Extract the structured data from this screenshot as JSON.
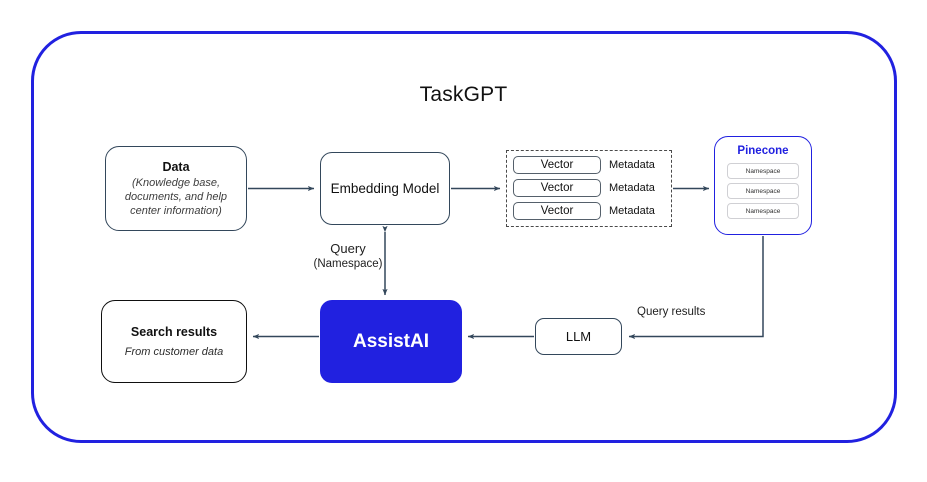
{
  "diagram": {
    "title": "TaskGPT",
    "frame_color": "#2121e0",
    "edge_color": "#33475b"
  },
  "nodes": {
    "data": {
      "title": "Data",
      "subtitle": "(Knowledge base, documents, and help center information)"
    },
    "embedding_model": {
      "title": "Embedding Model"
    },
    "vectors": {
      "rows": [
        {
          "vector": "Vector",
          "metadata": "Metadata"
        },
        {
          "vector": "Vector",
          "metadata": "Metadata"
        },
        {
          "vector": "Vector",
          "metadata": "Metadata"
        }
      ]
    },
    "pinecone": {
      "title": "Pinecone",
      "title_color": "#2121e0",
      "namespaces": [
        "Namespace",
        "Namespace",
        "Namespace"
      ]
    },
    "assistai": {
      "title": "AssistAI",
      "fill_color": "#2121e0",
      "text_color": "#ffffff"
    },
    "search_results": {
      "title": "Search results",
      "subtitle": "From customer data"
    },
    "llm": {
      "title": "LLM"
    }
  },
  "edges": {
    "query_label": "Query",
    "query_sublabel": "(Namespace)",
    "query_results_label": "Query results"
  }
}
